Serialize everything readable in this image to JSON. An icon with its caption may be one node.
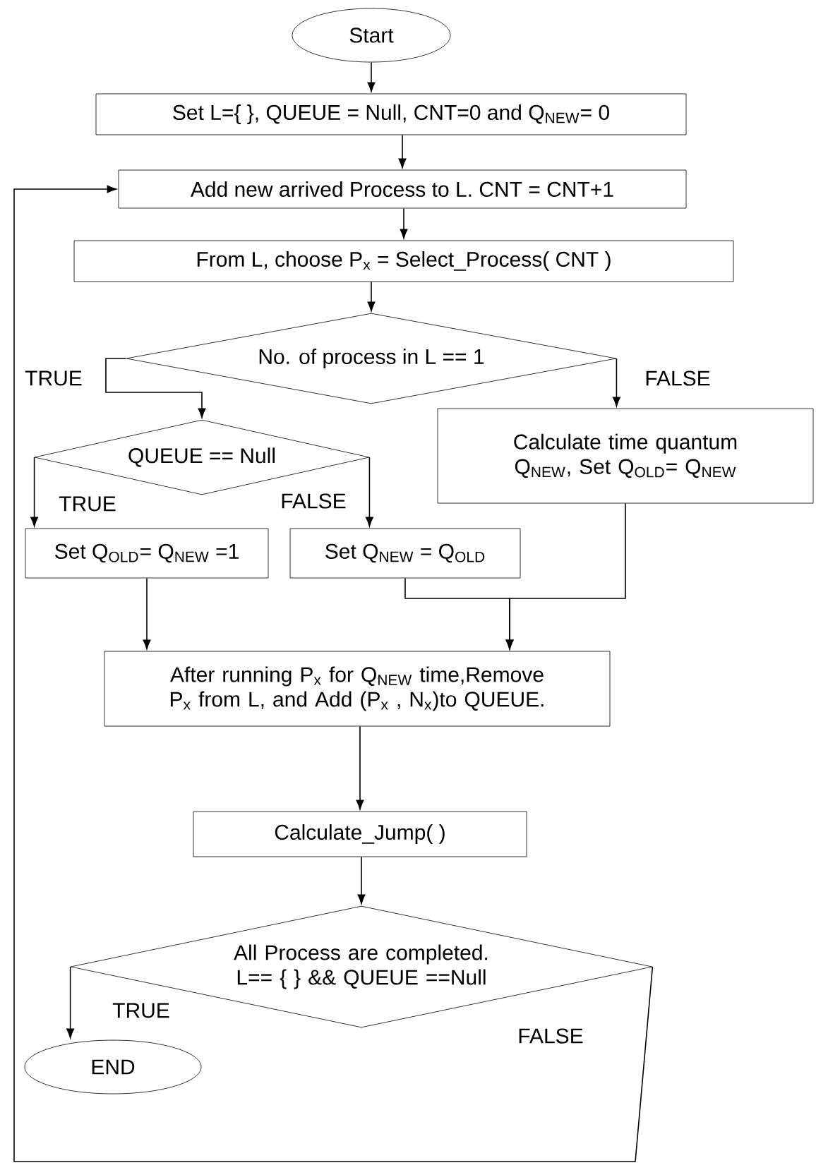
{
  "diagram": {
    "nodes": [
      {
        "text": [
          "Start"
        ]
      },
      {
        "text": [
          "Set L={ }, QUEUE = Null, CNT=0 and Q$_{NEW}$= 0"
        ]
      },
      {
        "text": [
          "Add new arrived Process to L. CNT = CNT+1"
        ]
      },
      {
        "text": [
          "From L, choose P$_{x}$ = Select_Process( CNT )"
        ]
      },
      {
        "text": [
          "No. of process in L == 1"
        ]
      },
      {
        "text": [
          "QUEUE == Null"
        ]
      },
      {
        "text": [
          "Calculate time quantum Q$_{NEW}$, Set Q$_{OLD}$= Q$_{NEW}$"
        ]
      },
      {
        "text": [
          "Set Q$_{OLD}$= Q$_{NEW}$ =1"
        ]
      },
      {
        "text": [
          "Set Q$_{NEW}$ = Q$_{OLD}$"
        ]
      },
      {
        "text": [
          "After running P$_{x}$ for Q$_{NEW}$ time,Remove P$_{x}$ from L, and Add (P$_{x}$ , N$_{x}$)to QUEUE."
        ]
      },
      {
        "text": [
          "Calculate_Jump( )"
        ]
      },
      {
        "text": [
          "All Process are completed. L== { } && QUEUE ==Null"
        ]
      },
      {
        "text": [
          "END"
        ]
      }
    ],
    "edges": [
      {
        "from": 0,
        "to": 1,
        "arrow": "to"
      },
      {
        "from": 1,
        "to": 2,
        "arrow": "to"
      },
      {
        "from": 2,
        "to": 3,
        "arrow": "to"
      },
      {
        "from": 3,
        "to": 4,
        "arrow": "to"
      },
      {
        "from": 4,
        "to": 5,
        "arrow": "to",
        "label": "TRUE"
      },
      {
        "from": 4,
        "to": 6,
        "arrow": "to",
        "label": "FALSE"
      },
      {
        "from": 5,
        "to": 7,
        "arrow": "to",
        "label": "TRUE"
      },
      {
        "from": 5,
        "to": 8,
        "arrow": "to",
        "label": "FALSE"
      },
      {
        "from": 7,
        "to": 9,
        "arrow": "to"
      },
      {
        "from": 8,
        "to": 9,
        "arrow": "to"
      },
      {
        "from": 6,
        "to": 9,
        "arrow": "to"
      },
      {
        "from": 9,
        "to": 10,
        "arrow": "to"
      },
      {
        "from": 10,
        "to": 11,
        "arrow": "to"
      },
      {
        "from": 11,
        "to": 12,
        "arrow": "to",
        "label": "TRUE"
      },
      {
        "from": 11,
        "to": 2,
        "arrow": "to",
        "label": "FALSE"
      }
    ]
  }
}
